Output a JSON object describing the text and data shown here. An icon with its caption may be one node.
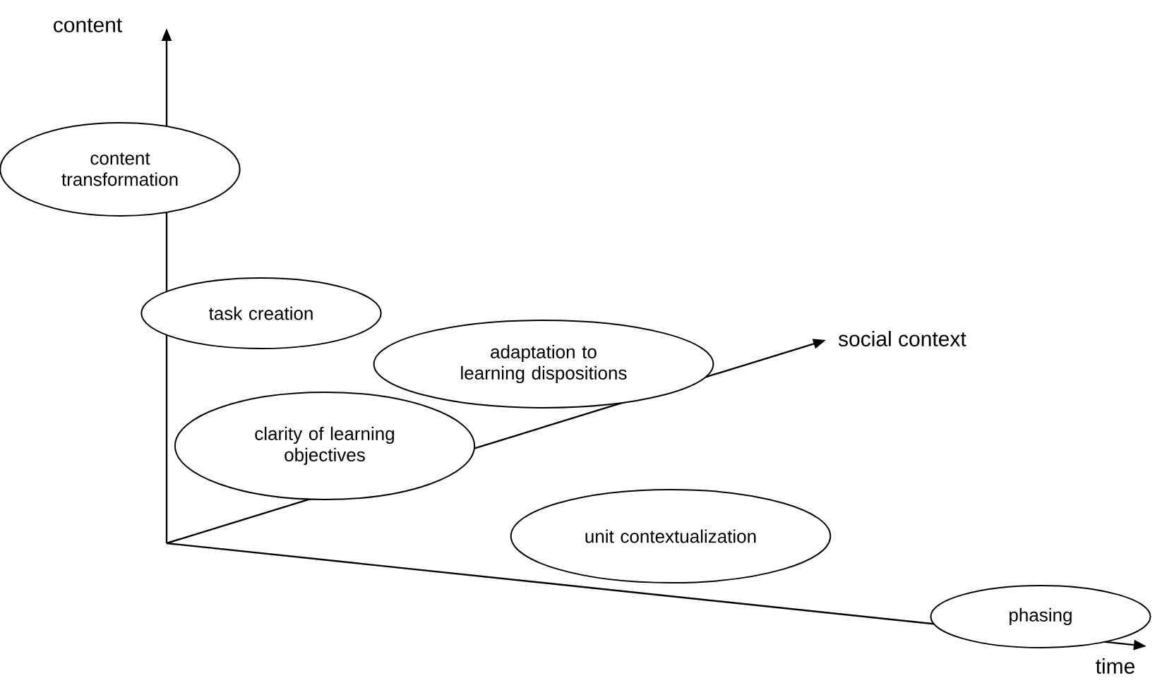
{
  "diagram": {
    "nodes": [
      {
        "text": [
          "content transformation"
        ]
      },
      {
        "text": [
          "task creation"
        ]
      },
      {
        "text": [
          "adaptation to learning dispositions"
        ]
      },
      {
        "text": [
          "clarity of learning objectives"
        ]
      },
      {
        "text": [
          "unit contextualization"
        ]
      },
      {
        "text": [
          "phasing"
        ]
      }
    ],
    "labels": [
      "content",
      "social context",
      "time"
    ]
  }
}
